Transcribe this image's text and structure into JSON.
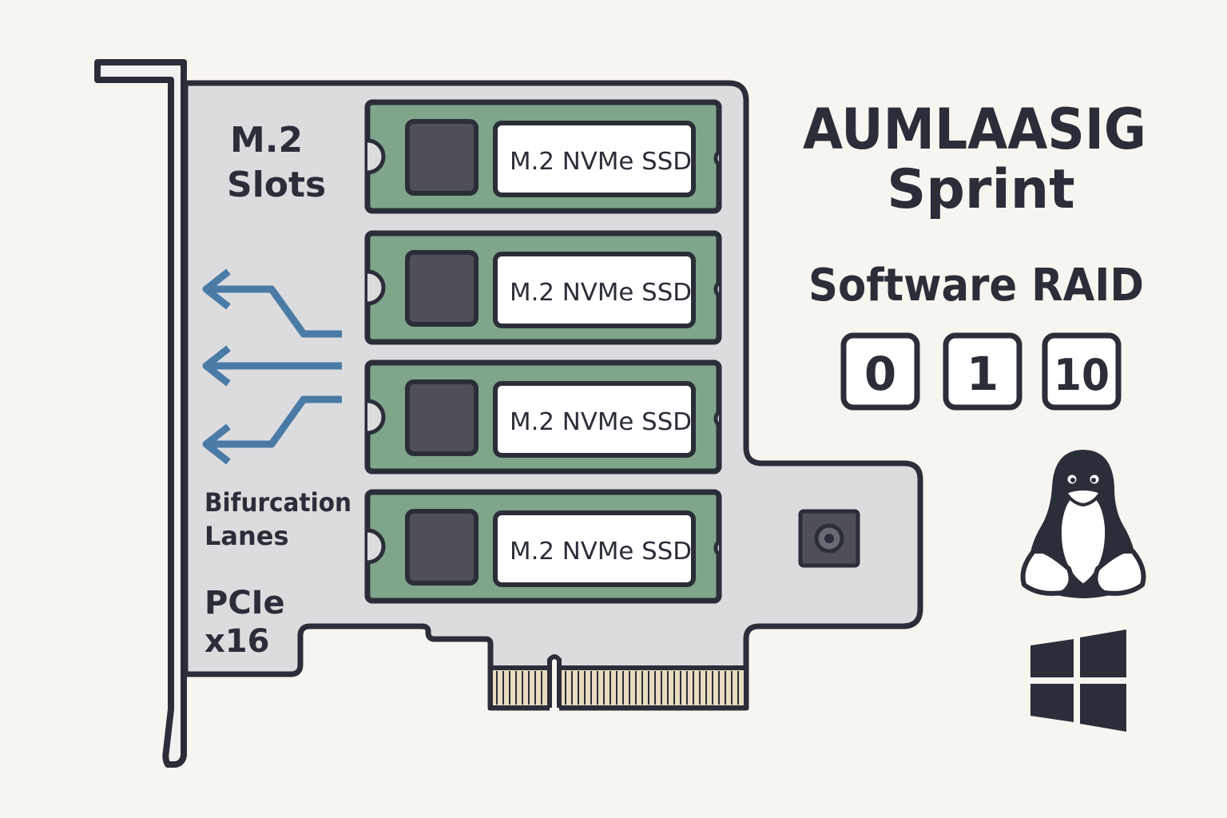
{
  "card": {
    "slots_label_line1": "M.2",
    "slots_label_line2": "Slots",
    "bifurcation_line1": "Bifurcation",
    "bifurcation_line2": "Lanes",
    "pcie_line1": "PCIe",
    "pcie_line2": "x16",
    "ssds": [
      {
        "label": "M.2 NVMe SSD"
      },
      {
        "label": "M.2 NVMe SSD"
      },
      {
        "label": "M.2 NVMe SSD"
      },
      {
        "label": "M.2 NVMe SSD"
      }
    ]
  },
  "brand": {
    "name": "AUMLAASIG",
    "product": "Sprint"
  },
  "raid": {
    "title": "Software RAID",
    "levels": [
      "0",
      "1",
      "10"
    ]
  },
  "os_icons": [
    "linux-tux-icon",
    "windows-icon"
  ],
  "colors": {
    "background": "#f7f5f0",
    "outline": "#2b2e38",
    "pcb_bracket": "#dcdcde",
    "ssd_green": "#7fa58a",
    "chip_dark": "#4f4f5a",
    "arrow_blue": "#4a7ba7",
    "gold_contacts": "#e7dcc0"
  }
}
